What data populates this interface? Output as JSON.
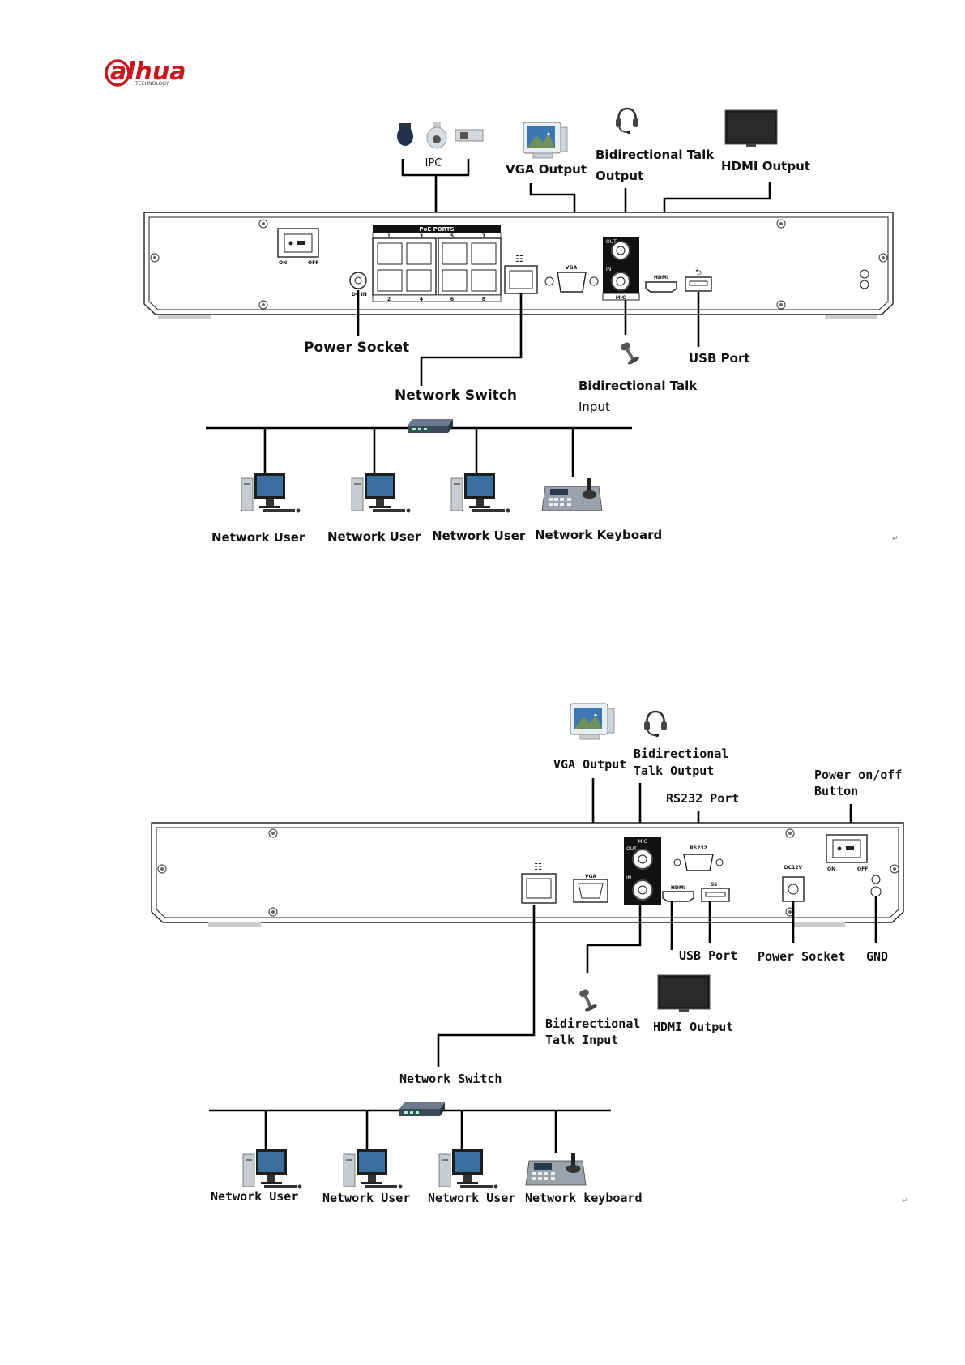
{
  "logo": {
    "wordmark": "alhua",
    "tagline": "TECHNOLOGY",
    "brand_color": "#c8171e"
  },
  "diagram1": {
    "ipc_label": "IPC",
    "labels": {
      "vga_output": "VGA Output",
      "talk_output_line1": "Bidirectional Talk",
      "talk_output_line2": "Output",
      "hdmi_output": "HDMI Output",
      "power_socket": "Power Socket",
      "network_switch": "Network Switch",
      "talk_input_line1": "Bidirectional Talk",
      "talk_input_line2": "Input",
      "usb_port": "USB Port"
    },
    "panel_text": {
      "poe_ports": "PoE PORTS",
      "ports_top": [
        "1",
        "3",
        "5",
        "7"
      ],
      "ports_bottom": [
        "2",
        "4",
        "6",
        "8"
      ],
      "switch_on": "ON",
      "switch_off": "OFF",
      "dc_in": "DC IN",
      "vga": "VGA",
      "out": "OUT",
      "in": "IN",
      "mic": "MIC",
      "hdmi": "HDMI"
    },
    "users": [
      "Network User",
      "Network User",
      "Network User",
      "Network Keyboard"
    ]
  },
  "diagram2": {
    "labels": {
      "vga_output": "VGA Output",
      "talk_output_line1": "Bidirectional",
      "talk_output_line2": "Talk Output",
      "rs232_port": "RS232 Port",
      "power_button_line1": "Power on/off",
      "power_button_line2": "Button",
      "usb_port": "USB Port",
      "power_socket": "Power Socket",
      "gnd": "GND",
      "talk_input_line1": "Bidirectional",
      "talk_input_line2": "Talk Input",
      "hdmi_output": "HDMI Output",
      "network_switch": "Network Switch"
    },
    "panel_text": {
      "mic": "MIC",
      "out": "OUT",
      "in": "IN",
      "vga": "VGA",
      "rs232": "RS232",
      "hdmi": "HDMI",
      "usb3": "SS",
      "dc12v": "DC12V",
      "switch_on": "ON",
      "switch_off": "OFF"
    },
    "users": [
      "Network User",
      "Network User",
      "Network User",
      "Network keyboard"
    ]
  },
  "return_mark": "↵"
}
